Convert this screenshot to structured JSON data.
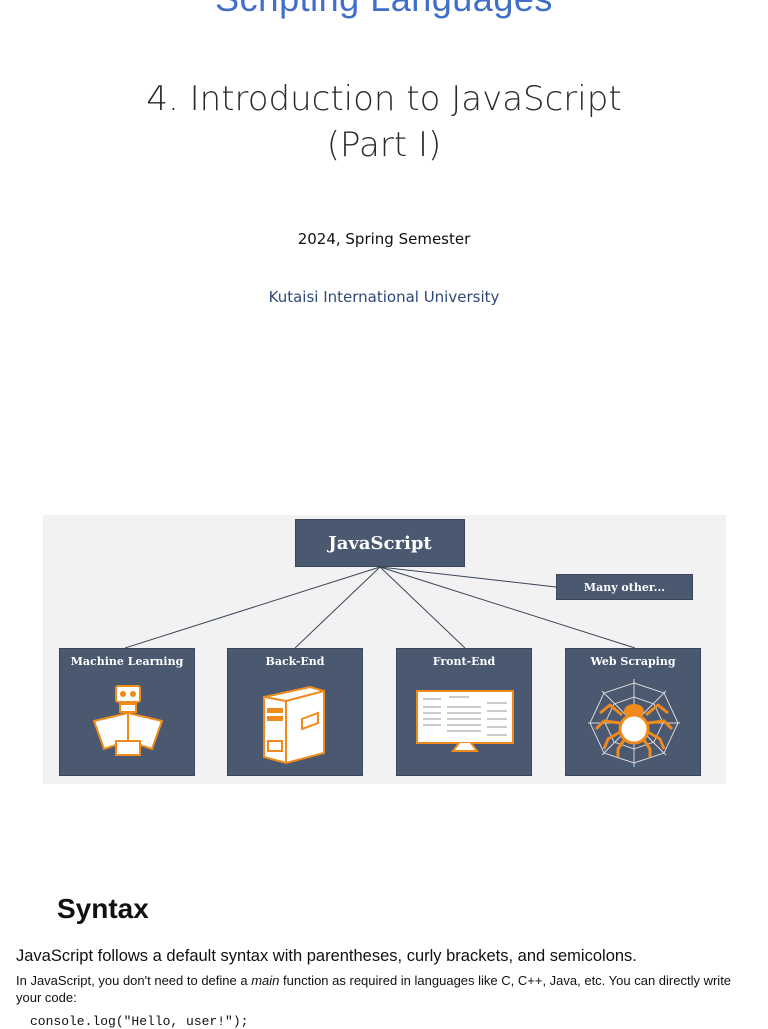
{
  "course_title": "Scripting Languages",
  "lecture_title_line1": "4. Introduction to JavaScript",
  "lecture_title_line2": "(Part I)",
  "semester": "2024, Spring Semester",
  "university": "Kutaisi International University",
  "diagram": {
    "root": "JavaScript",
    "other": "Many other...",
    "categories": [
      "Machine Learning",
      "Back-End",
      "Front-End",
      "Web Scraping"
    ],
    "colors": {
      "box": "#4a5870",
      "accent": "#f08a1c",
      "background": "#f2f2f2"
    }
  },
  "syntax": {
    "heading": "Syntax",
    "lead": "JavaScript follows a default syntax with parentheses, curly brackets, and semicolons.",
    "body_before": "In JavaScript, you don't need to define a ",
    "body_em": "main",
    "body_after": " function as required in languages like C, C++, Java, etc. You can directly write your code:",
    "code": "console.log(\"Hello, user!\");"
  }
}
